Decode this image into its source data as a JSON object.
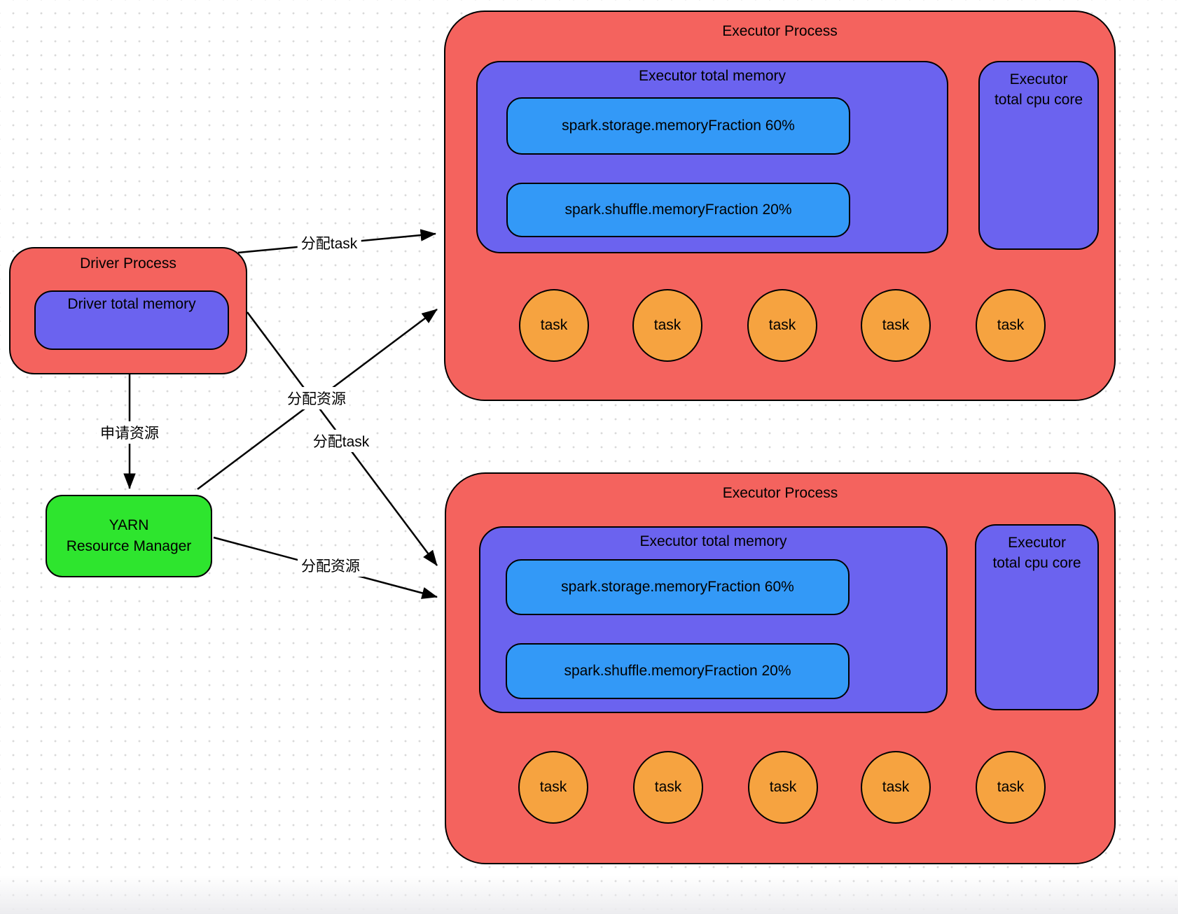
{
  "diagram": {
    "driver": {
      "title": "Driver Process",
      "memory_title": "Driver total memory"
    },
    "yarn": {
      "line1": "YARN",
      "line2": "Resource Manager"
    },
    "executors": [
      {
        "title": "Executor Process",
        "memory": {
          "title": "Executor total memory",
          "storage": "spark.storage.memoryFraction 60%",
          "shuffle": "spark.shuffle.memoryFraction 20%"
        },
        "cpu": {
          "line1": "Executor",
          "line2": "total cpu core"
        },
        "tasks": [
          "task",
          "task",
          "task",
          "task",
          "task"
        ]
      },
      {
        "title": "Executor Process",
        "memory": {
          "title": "Executor total memory",
          "storage": "spark.storage.memoryFraction 60%",
          "shuffle": "spark.shuffle.memoryFraction 20%"
        },
        "cpu": {
          "line1": "Executor",
          "line2": "total cpu core"
        },
        "tasks": [
          "task",
          "task",
          "task",
          "task",
          "task"
        ]
      }
    ],
    "edges": [
      {
        "label": "分配task",
        "from": "driver",
        "to": "executor-1"
      },
      {
        "label": "分配资源",
        "from": "yarn",
        "to": "executor-1"
      },
      {
        "label": "分配task",
        "from": "driver",
        "to": "executor-2"
      },
      {
        "label": "申请资源",
        "from": "driver",
        "to": "yarn"
      },
      {
        "label": "分配资源",
        "from": "yarn",
        "to": "executor-2"
      }
    ],
    "colors": {
      "process_red": "#f4635e",
      "memory_purple": "#6b63ef",
      "fraction_blue": "#3399f7",
      "yarn_green": "#2ee52e",
      "task_orange": "#f6a340",
      "outline": "#000000"
    }
  }
}
